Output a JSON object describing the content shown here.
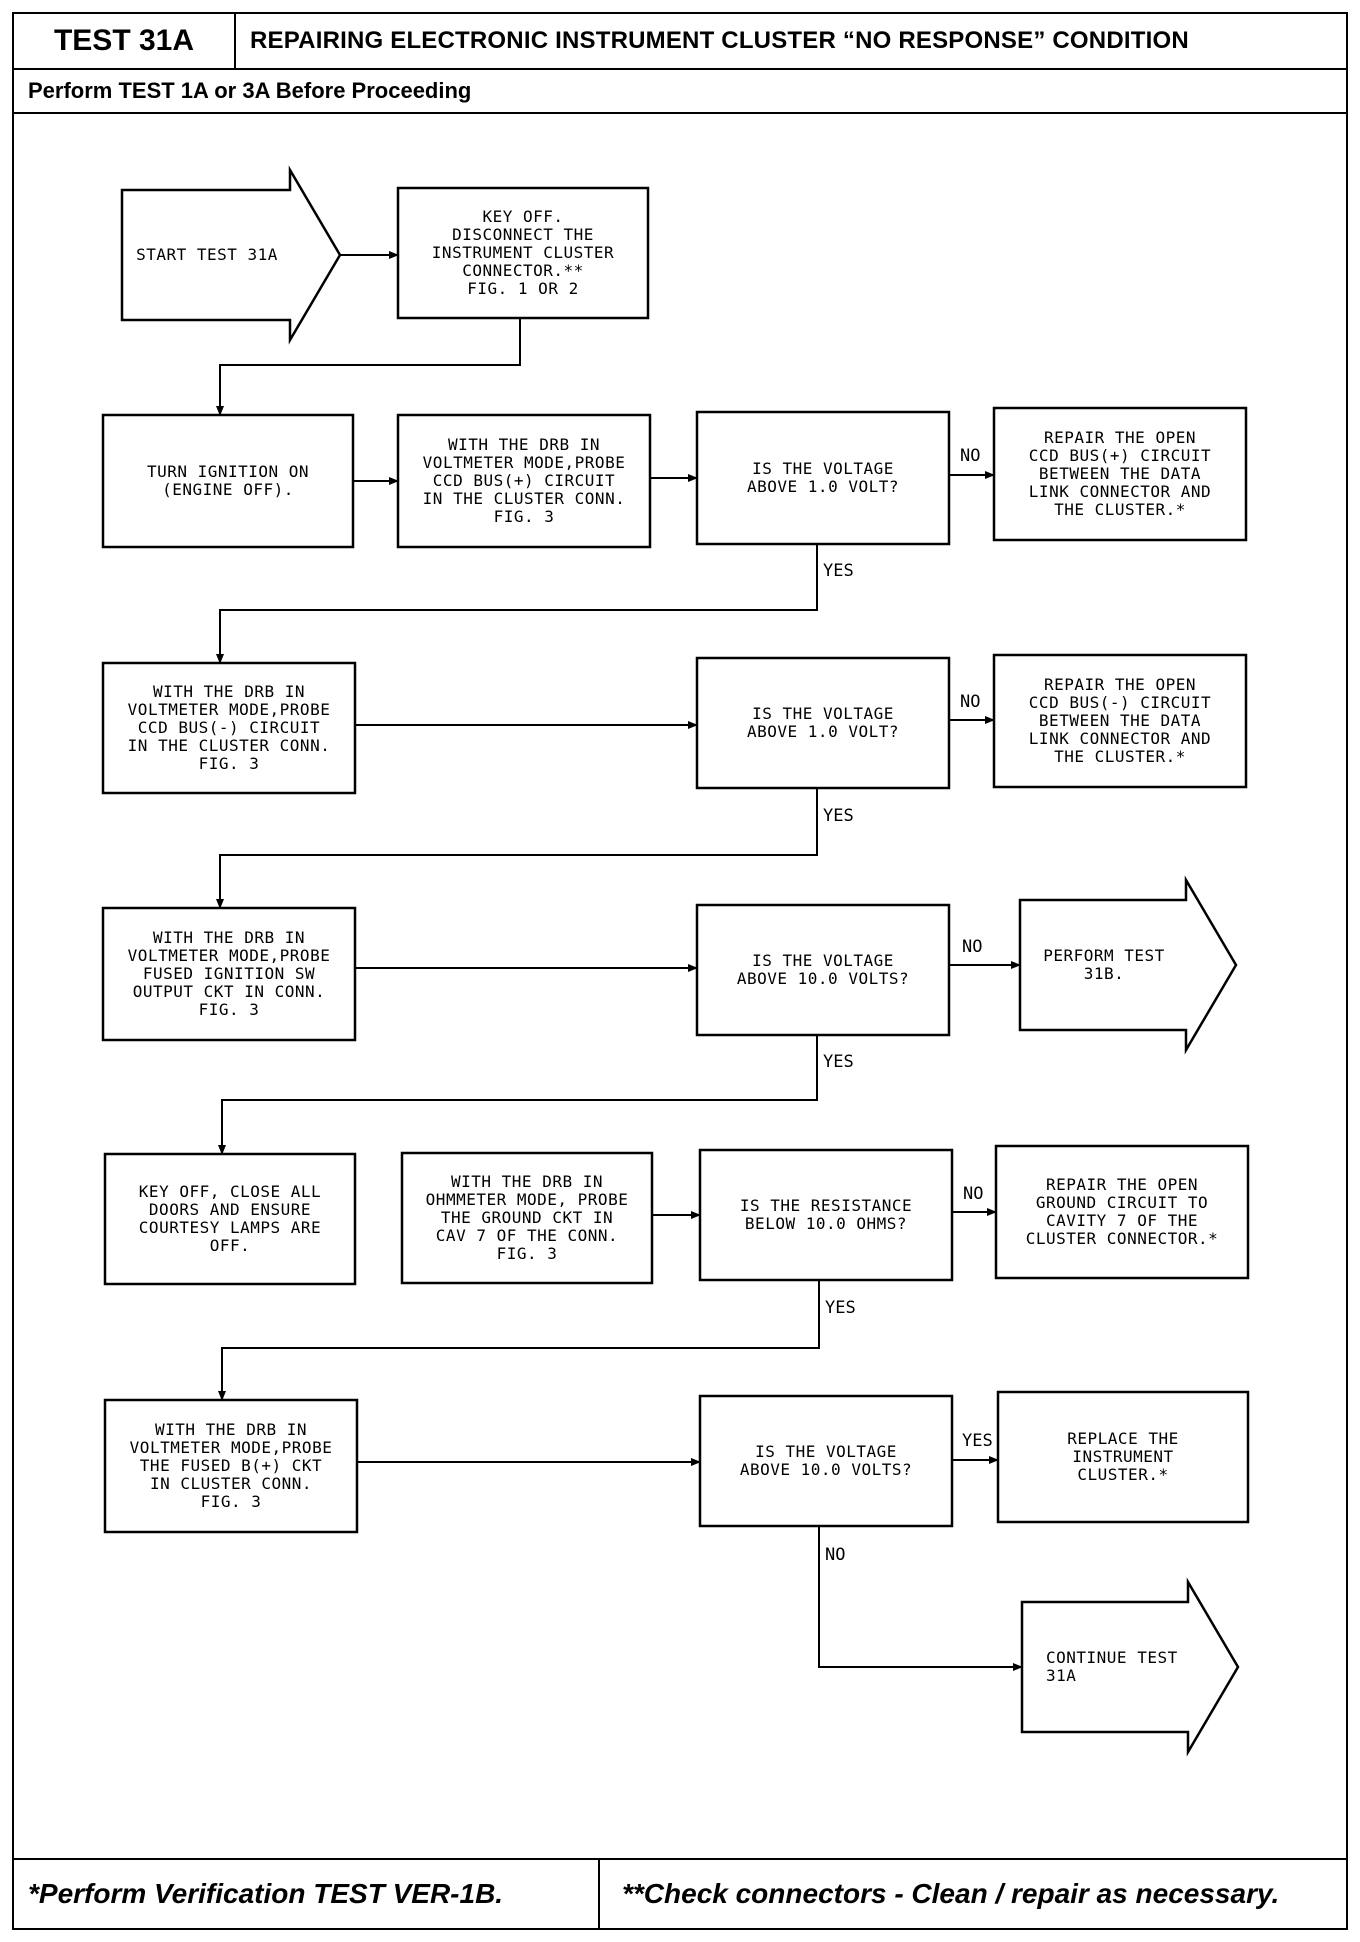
{
  "header": {
    "test_id": "TEST 31A",
    "title": "REPAIRING ELECTRONIC INSTRUMENT CLUSTER “NO RESPONSE” CONDITION",
    "prerequisite": "Perform TEST 1A or 3A Before Proceeding"
  },
  "flow": {
    "start": "START TEST 31A",
    "key_off_disconnect": "KEY OFF.\nDISCONNECT THE\nINSTRUMENT CLUSTER\nCONNECTOR.**\nFIG. 1 OR 2",
    "turn_ignition_on": "TURN IGNITION ON\n(ENGINE OFF).",
    "probe_bus_plus": "WITH THE DRB IN\nVOLTMETER MODE,PROBE\nCCD BUS(+) CIRCUIT\nIN THE CLUSTER CONN.\nFIG. 3",
    "q_voltage_1": "IS THE VOLTAGE\nABOVE 1.0 VOLT?",
    "repair_bus_plus": "REPAIR THE OPEN\nCCD BUS(+) CIRCUIT\nBETWEEN THE DATA\nLINK CONNECTOR AND\nTHE CLUSTER.*",
    "probe_bus_minus": "WITH THE DRB IN\nVOLTMETER MODE,PROBE\nCCD BUS(-) CIRCUIT\nIN THE CLUSTER CONN.\nFIG. 3",
    "q_voltage_2": "IS THE VOLTAGE\nABOVE 1.0 VOLT?",
    "repair_bus_minus": "REPAIR THE OPEN\nCCD BUS(-) CIRCUIT\nBETWEEN THE DATA\nLINK CONNECTOR AND\nTHE CLUSTER.*",
    "probe_ignition_sw": "WITH THE DRB IN\nVOLTMETER MODE,PROBE\nFUSED IGNITION SW\nOUTPUT CKT IN CONN.\nFIG. 3",
    "q_voltage_3": "IS THE VOLTAGE\nABOVE 10.0 VOLTS?",
    "perform_31b": "PERFORM TEST\n31B.",
    "key_off_doors": "KEY OFF, CLOSE ALL\nDOORS AND ENSURE\nCOURTESY LAMPS ARE\nOFF.",
    "probe_ground": "WITH THE DRB IN\nOHMMETER MODE, PROBE\nTHE GROUND CKT IN\nCAV 7 OF THE CONN.\nFIG. 3",
    "q_resistance": "IS THE RESISTANCE\nBELOW 10.0 OHMS?",
    "repair_ground": "REPAIR THE OPEN\nGROUND CIRCUIT TO\nCAVITY 7 OF THE\nCLUSTER CONNECTOR.*",
    "probe_fused_b": "WITH THE DRB IN\nVOLTMETER MODE,PROBE\nTHE FUSED B(+) CKT\nIN CLUSTER CONN.\nFIG. 3",
    "q_voltage_4": "IS THE VOLTAGE\nABOVE 10.0 VOLTS?",
    "replace_cluster": "REPLACE THE\nINSTRUMENT\nCLUSTER.*",
    "continue_31a": "CONTINUE TEST\n31A",
    "label_no": "NO",
    "label_yes": "YES"
  },
  "footer": {
    "left": "*Perform Verification TEST VER-1B.",
    "right": "**Check connectors - Clean / repair as necessary."
  }
}
